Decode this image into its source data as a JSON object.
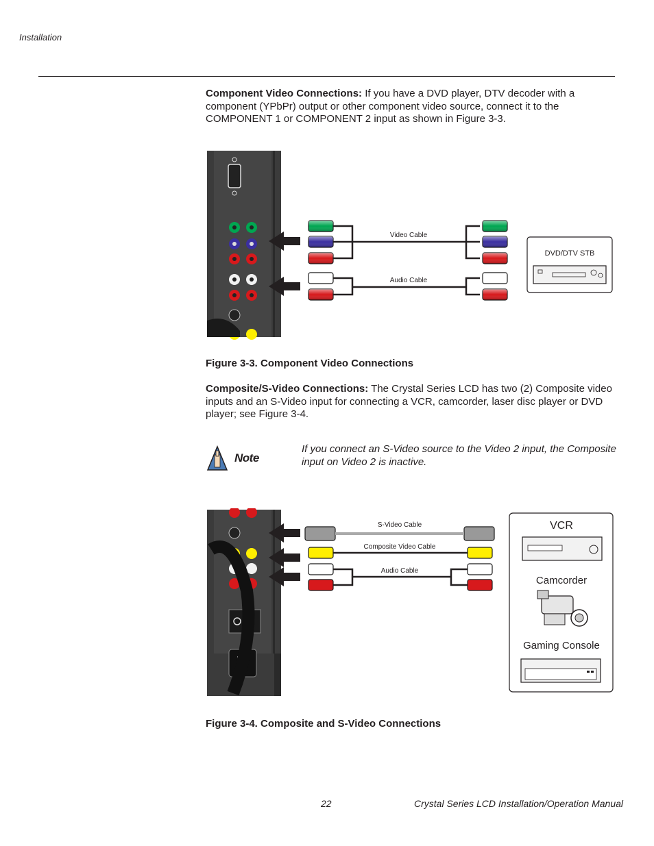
{
  "header": {
    "section": "Installation"
  },
  "component_section": {
    "heading": "Component Video Connections:",
    "body": "If you have a DVD player, DTV decoder with a component (YPbPr) output or other component video source, connect it to the COMPONENT 1 or COMPONENT 2 input as shown in Figure 3-3."
  },
  "figure1": {
    "video_cable_label": "Video Cable",
    "audio_cable_label": "Audio Cable",
    "device_label": "DVD/DTV STB",
    "caption": "Figure 3-3. Component Video Connections"
  },
  "composite_section": {
    "heading": "Composite/S-Video Connections:",
    "body": "The Crystal Series LCD has two (2) Composite video inputs and an S-Video input for connecting a VCR, camcorder, laser disc player or DVD player; see Figure 3-4."
  },
  "note": {
    "label": "Note",
    "text": "If you connect an S-Video source to the Video 2 input, the Composite input on Video 2 is inactive."
  },
  "figure2": {
    "svideo_cable_label": "S-Video Cable",
    "composite_cable_label": "Composite Video Cable",
    "audio_cable_label": "Audio Cable",
    "vcr_label": "VCR",
    "camcorder_label": "Camcorder",
    "console_label": "Gaming Console",
    "caption": "Figure 3-4. Composite and S-Video Connections"
  },
  "footer": {
    "page_number": "22",
    "manual_title": "Crystal Series LCD Installation/Operation Manual"
  },
  "colors": {
    "green": "#00a651",
    "blue": "#3a2fa0",
    "red": "#d7191c",
    "yellow": "#ffef00",
    "panel": "#3b3b3b"
  }
}
